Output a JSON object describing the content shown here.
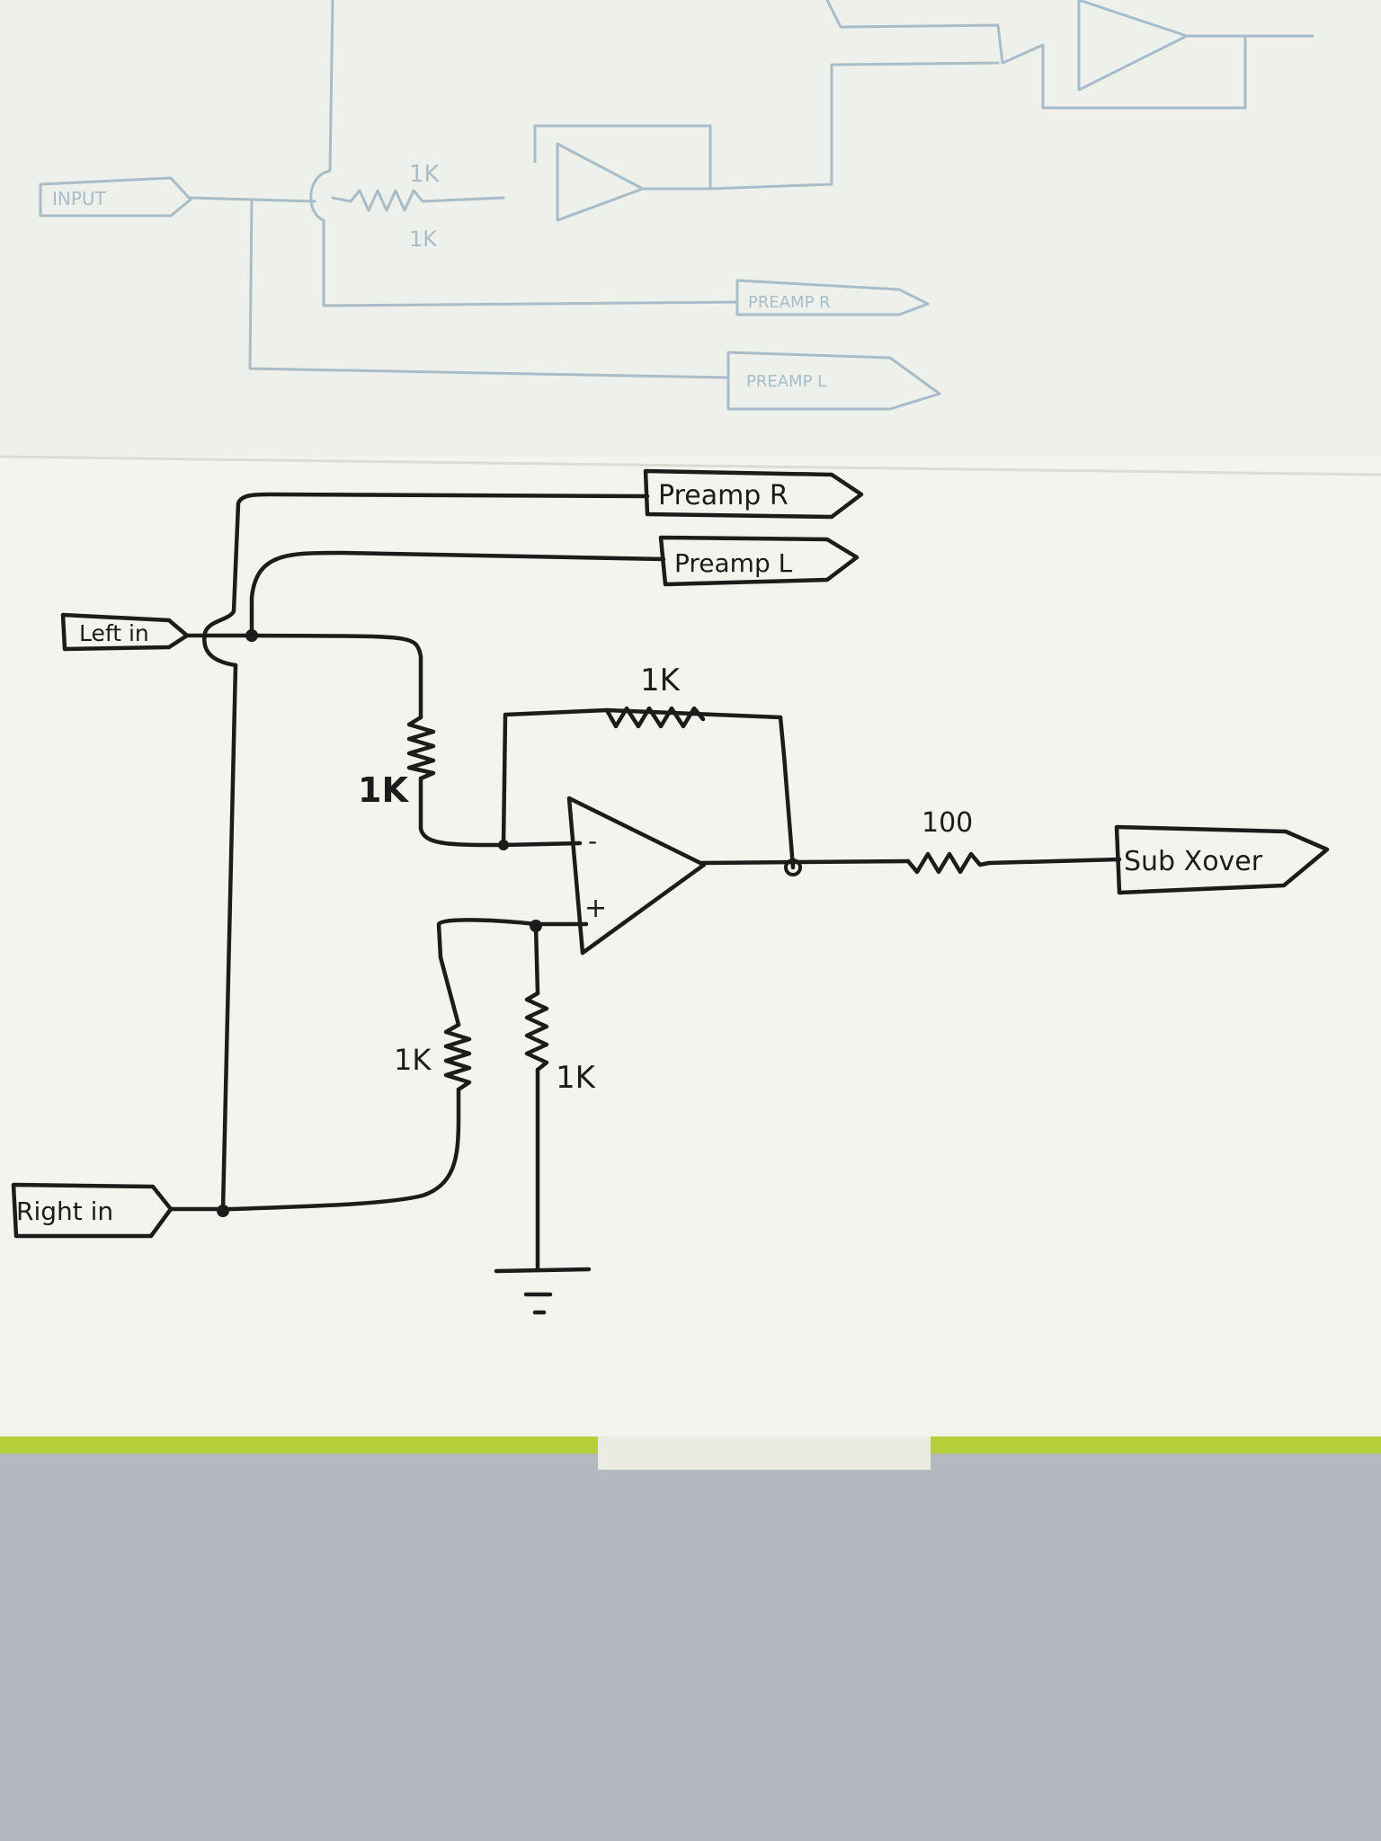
{
  "diagram": {
    "ports": {
      "left_in": "Left in",
      "right_in": "Right in",
      "preamp_r": "Preamp R",
      "preamp_l": "Preamp L",
      "sub_xover": "Sub Xover"
    },
    "resistors": {
      "r_left_in": "1K",
      "r_feedback": "1K",
      "r_right_in": "1K",
      "r_ground": "1K",
      "r_output": "100"
    },
    "opamp": {
      "inverting_symbol": "-",
      "noninverting_symbol": "+"
    }
  },
  "ghost_sketch": {
    "in_label": "INPUT",
    "resistor_1": "1K",
    "resistor_2": "1K",
    "preamp_r": "PREAMP R",
    "preamp_l": "PREAMP L"
  },
  "colors": {
    "ink": "#1c1c1c",
    "ghost_pencil": "#a9bdc8",
    "paper": "#f4f4ef",
    "notebook_edge": "#b4cf3a",
    "table": "#b4b8bf"
  }
}
